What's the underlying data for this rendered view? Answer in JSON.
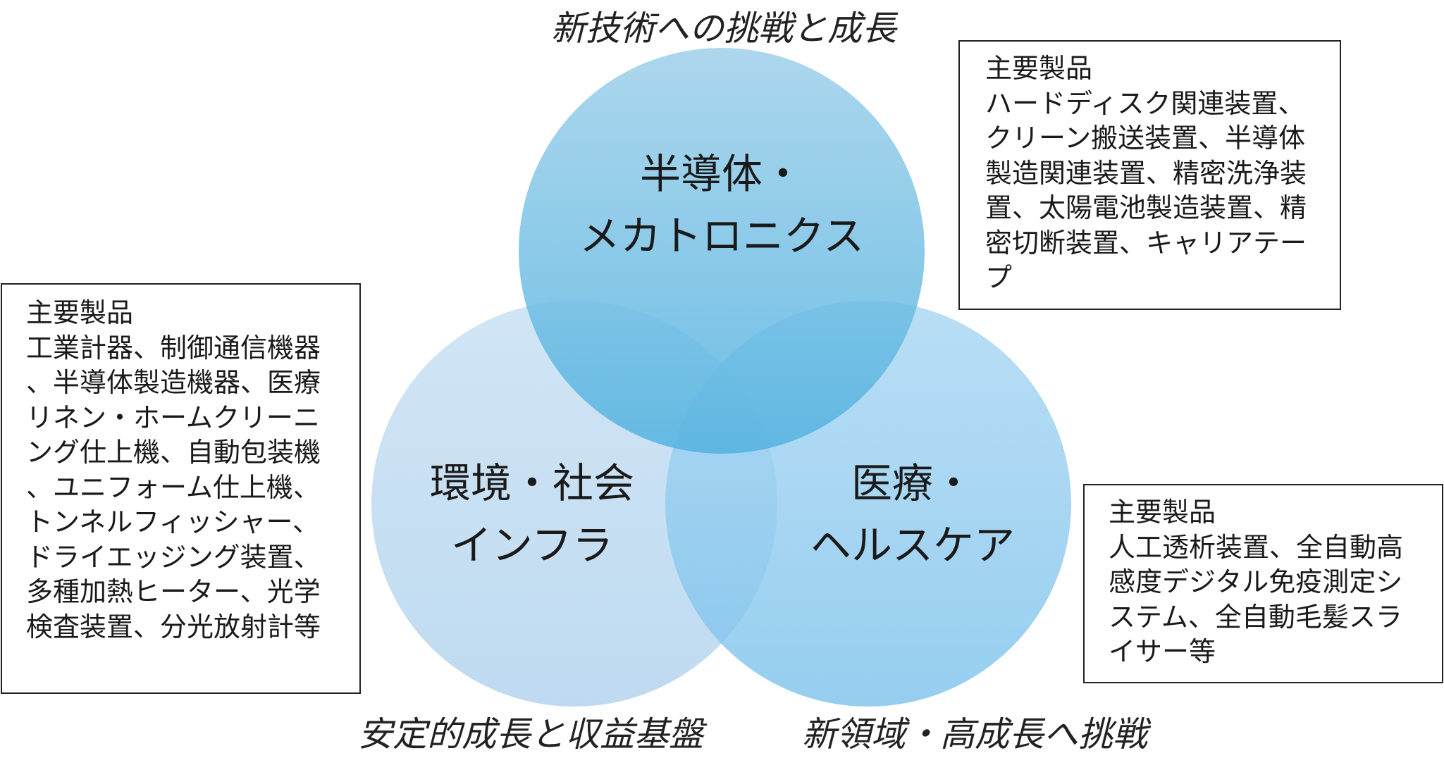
{
  "captions": {
    "top": "新技術への挑戦と成長",
    "bottom_left": "安定的成長と収益基盤",
    "bottom_right": "新領域・高成長へ挑戦"
  },
  "circles": {
    "semiconductor": {
      "line1": "半導体・",
      "line2": "メカトロニクス",
      "color": "#6fbde0"
    },
    "environment": {
      "line1": "環境・社会",
      "line2": "インフラ",
      "color": "#b9d6ee"
    },
    "medical": {
      "line1": "医療・",
      "line2": "ヘルスケア",
      "color": "#8dcaee"
    }
  },
  "boxes": {
    "semiconductor": {
      "heading": "主要製品",
      "body": "ハードディスク関連装置、クリーン搬送装置、半導体製造関連装置、精密洗浄装置、太陽電池製造装置、精密切断装置、キャリアテープ"
    },
    "environment": {
      "heading": "主要製品",
      "body": "工業計器、制御通信機器、半導体製造機器、医療リネン・ホームクリーニング仕上機、自動包装機、ユニフォーム仕上機、トンネルフィッシャー、ドライエッジング装置、多種加熱ヒーター、光学検査装置、分光放射計等"
    },
    "medical": {
      "heading": "主要製品",
      "body": "人工透析装置、全自動高感度デジタル免疫測定システム、全自動毛髪スライサー等"
    }
  }
}
